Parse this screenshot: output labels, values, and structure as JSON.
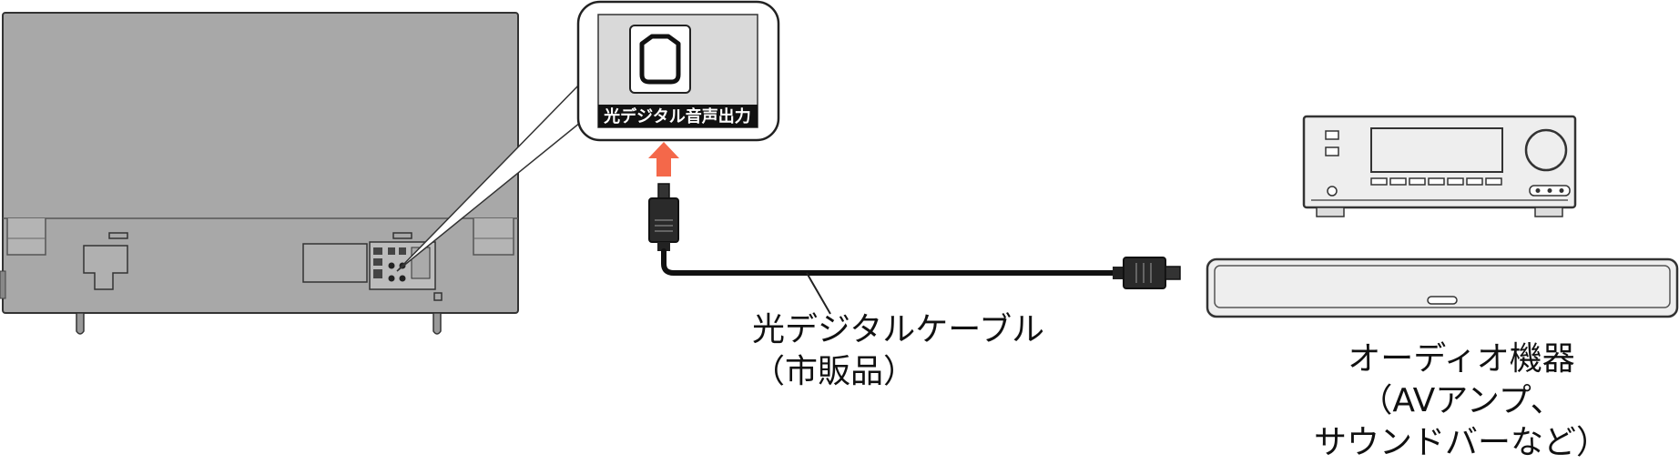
{
  "callout": {
    "port_label": "光デジタル音声出力"
  },
  "cable": {
    "name": "光デジタルケーブル",
    "note": "（市販品）"
  },
  "audio_device": {
    "name": "オーディオ機器",
    "note_line1": "（AVアンプ、",
    "note_line2": "サウンドバーなど）"
  },
  "colors": {
    "tv_body": "#a8a8a8",
    "arrow": "#f4684a",
    "cable": "#111111",
    "device_fill": "#eeeeee",
    "outline": "#333333"
  }
}
